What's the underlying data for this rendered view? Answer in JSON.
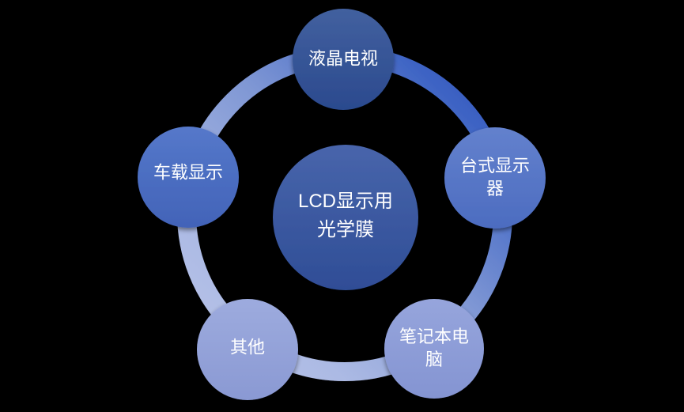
{
  "diagram": {
    "title_hint": "LCD光学膜应用领域循环图",
    "background_color": "#000000",
    "text_color": "#ffffff",
    "center": {
      "label": "LCD显示用光学膜",
      "lines": [
        "LCD显示用",
        "光学膜"
      ],
      "gradient": [
        "#4865AB",
        "#2F4D96"
      ]
    },
    "nodes": [
      {
        "id": "lcd-tv",
        "label": "液晶电视",
        "lines": [
          "液晶电视"
        ],
        "gradient": [
          "#42609F",
          "#2B4A8E"
        ]
      },
      {
        "id": "desktop-monitor",
        "label": "台式显示器",
        "lines": [
          "台式显示",
          "器"
        ],
        "gradient": [
          "#6381CD",
          "#4C6CC0"
        ]
      },
      {
        "id": "laptop",
        "label": "笔记本电脑",
        "lines": [
          "笔记本电",
          "脑"
        ],
        "gradient": [
          "#96A5DC",
          "#8494D2"
        ]
      },
      {
        "id": "other",
        "label": "其他",
        "lines": [
          "其他"
        ],
        "gradient": [
          "#9DABDE",
          "#8A99D3"
        ]
      },
      {
        "id": "vehicle-display",
        "label": "车载显示",
        "lines": [
          "车载显示"
        ],
        "gradient": [
          "#5578CA",
          "#4263B8"
        ]
      }
    ],
    "ring": {
      "gradient": [
        "#2A4FAD",
        "#3D63C4",
        "#7F97D4",
        "#ACBAE4",
        "#BDC7EB"
      ]
    }
  }
}
